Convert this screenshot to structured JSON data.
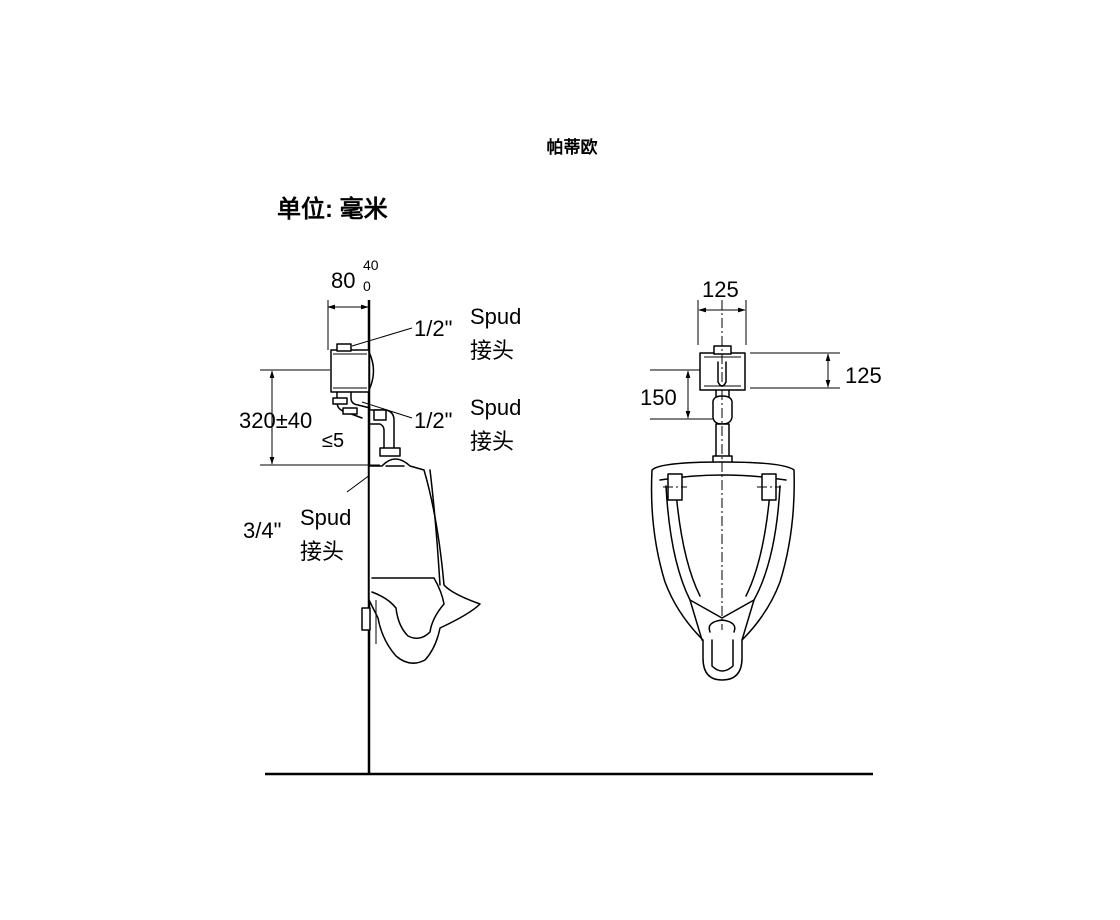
{
  "brand": "帕蒂欧",
  "unit_label": "单位: 毫米",
  "side_view": {
    "width_dim": "80",
    "tol_upper": "40",
    "tol_lower": "0",
    "spud_top_size": "1/2\"",
    "spud_top_en": "Spud",
    "spud_top_cn": "接头",
    "height_dim": "320±40",
    "offset_dim": "≤5",
    "spud_mid_size": "1/2\"",
    "spud_mid_en": "Spud",
    "spud_mid_cn": "接头",
    "spud_bottom_size": "3/4\"",
    "spud_bottom_en": "Spud",
    "spud_bottom_cn": "接头"
  },
  "front_view": {
    "width_top": "125",
    "height_right": "125",
    "height_left": "150"
  }
}
